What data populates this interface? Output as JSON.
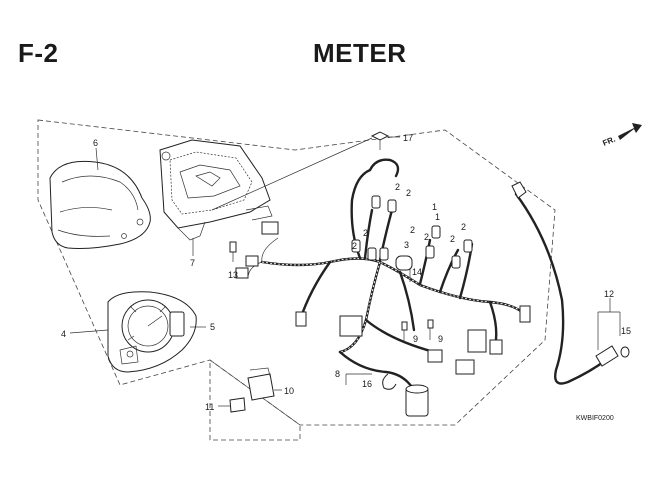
{
  "header": {
    "code": "F-2",
    "title": "METER"
  },
  "direction": {
    "label": "FR."
  },
  "drawing_code": "KWBIF0200",
  "callouts": [
    {
      "id": "c6",
      "text": "6"
    },
    {
      "id": "c7",
      "text": "7"
    },
    {
      "id": "c13",
      "text": "13"
    },
    {
      "id": "c17",
      "text": "17"
    },
    {
      "id": "c4",
      "text": "4"
    },
    {
      "id": "c5",
      "text": "5"
    },
    {
      "id": "c8",
      "text": "8"
    },
    {
      "id": "c9a",
      "text": "9"
    },
    {
      "id": "c9b",
      "text": "9"
    },
    {
      "id": "c10",
      "text": "10"
    },
    {
      "id": "c11",
      "text": "11"
    },
    {
      "id": "c12",
      "text": "12"
    },
    {
      "id": "c15",
      "text": "15"
    },
    {
      "id": "c16",
      "text": "16"
    },
    {
      "id": "c14",
      "text": "14"
    },
    {
      "id": "c3",
      "text": "3"
    },
    {
      "id": "c1a",
      "text": "1"
    },
    {
      "id": "c1b",
      "text": "1"
    },
    {
      "id": "c2a",
      "text": "2"
    },
    {
      "id": "c2b",
      "text": "2"
    },
    {
      "id": "c2c",
      "text": "2"
    },
    {
      "id": "c2d",
      "text": "2"
    },
    {
      "id": "c2e",
      "text": "2"
    },
    {
      "id": "c2f",
      "text": "2"
    },
    {
      "id": "c2g",
      "text": "2"
    },
    {
      "id": "c2h",
      "text": "2"
    }
  ]
}
